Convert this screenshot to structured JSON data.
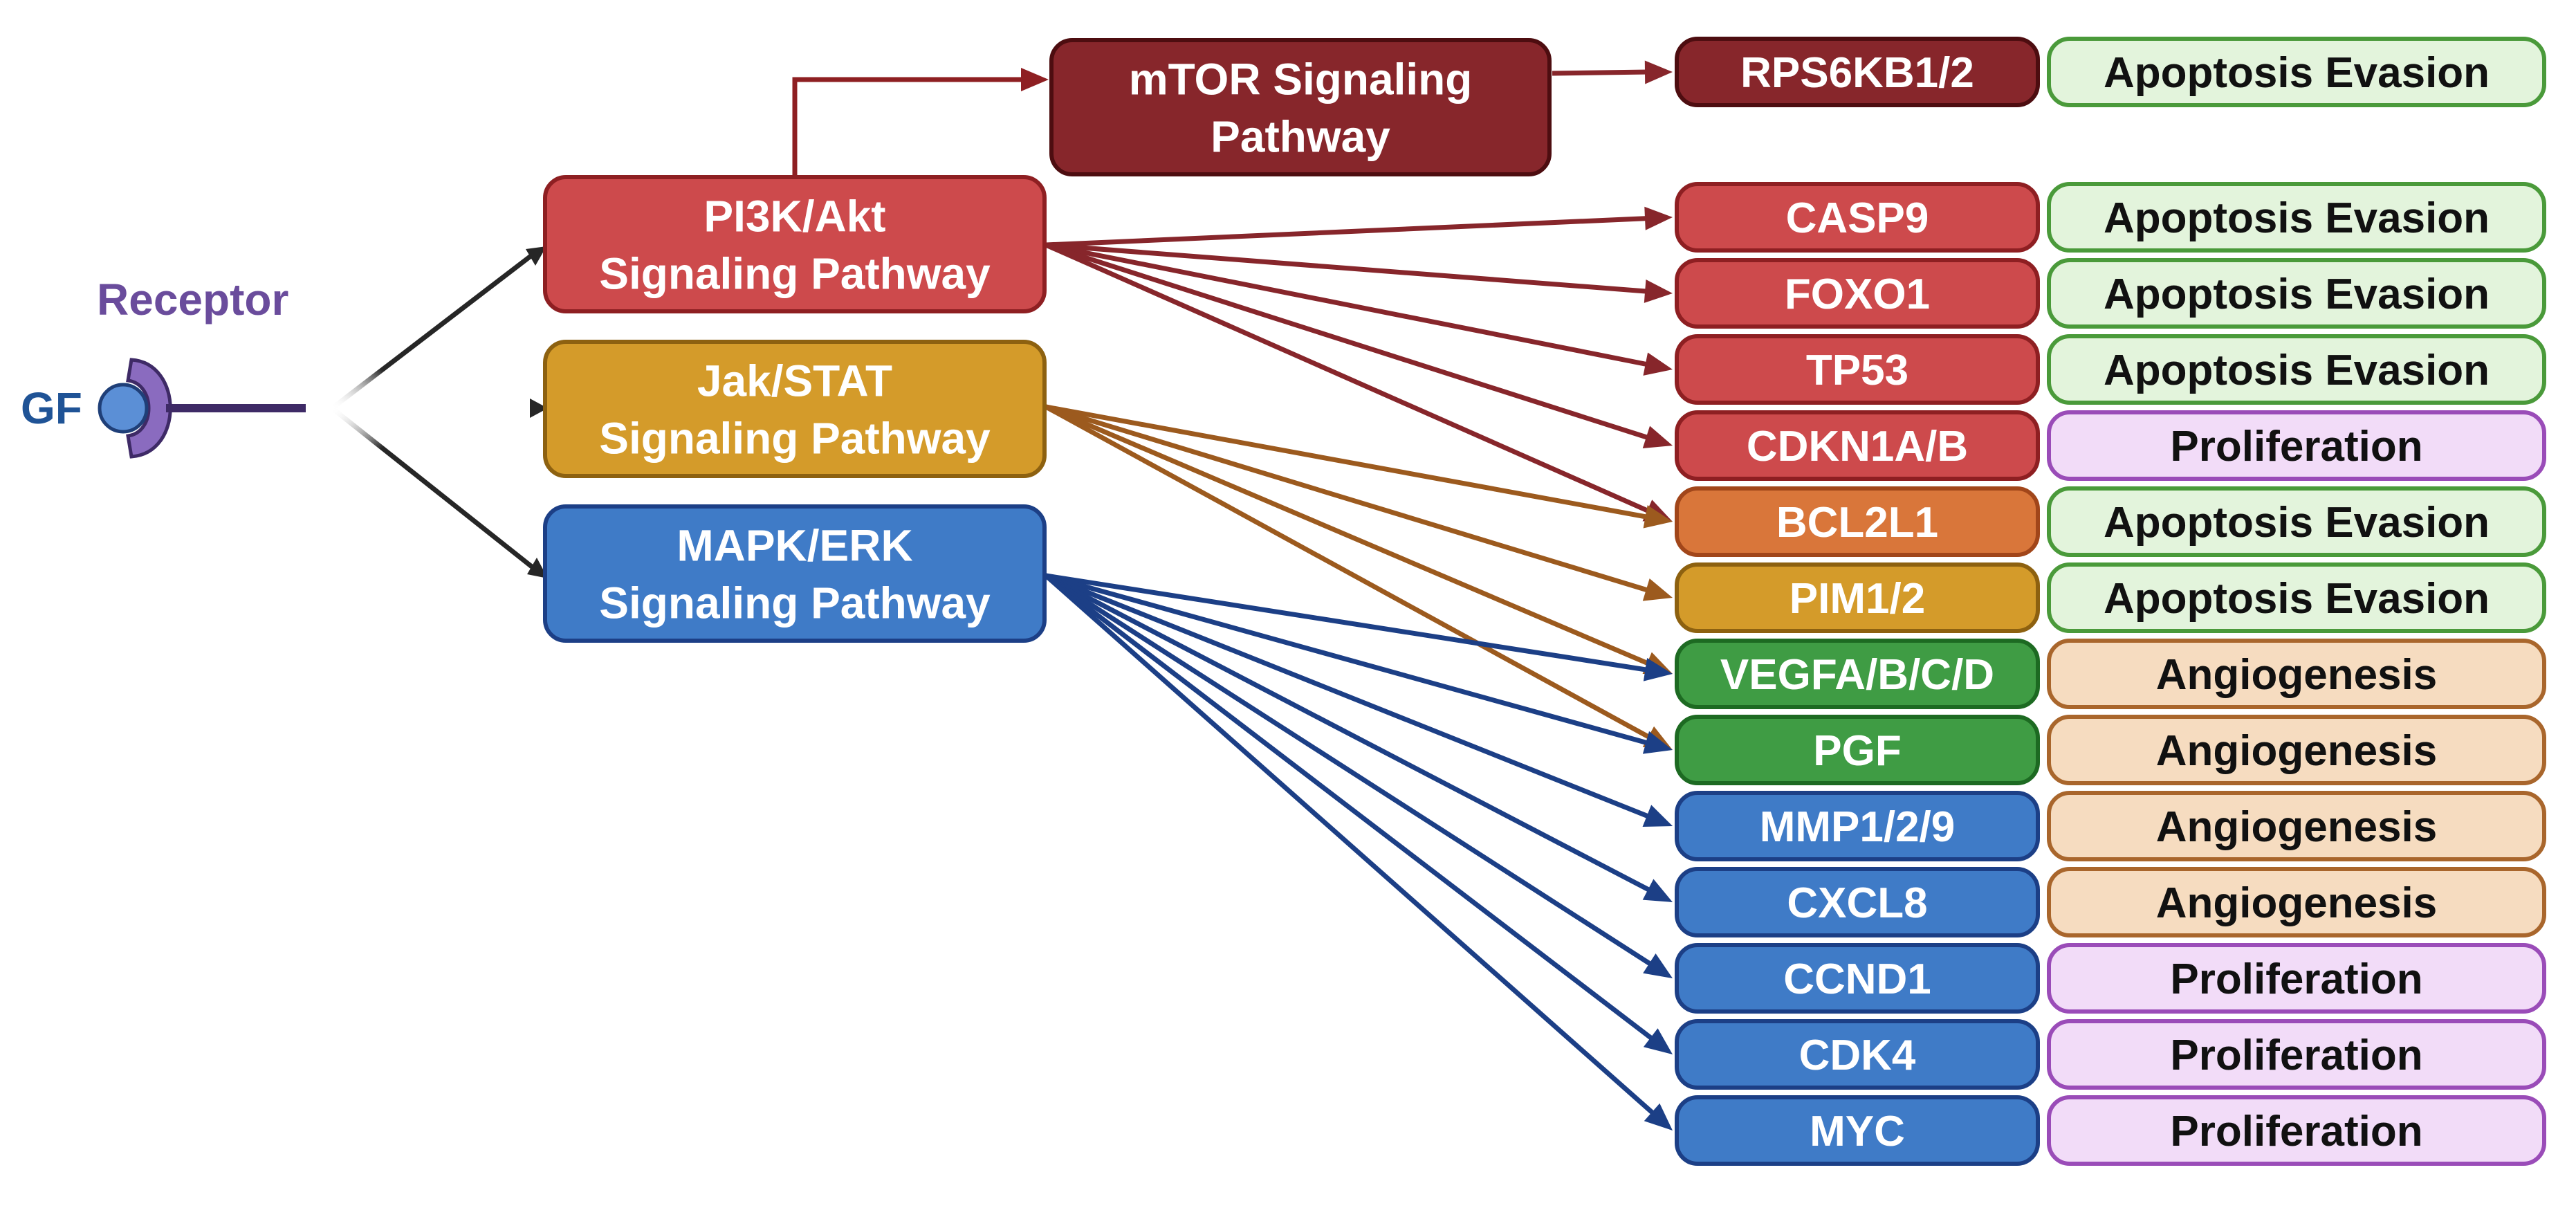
{
  "receptor": {
    "label": "Receptor",
    "ligand_label": "GF"
  },
  "pathways": [
    {
      "id": "pi3k",
      "lines": [
        "PI3K/Akt",
        "Signaling Pathway"
      ],
      "fill": "#cd4a4c",
      "stroke": "#8e1f22"
    },
    {
      "id": "jak",
      "lines": [
        "Jak/STAT",
        "Signaling Pathway"
      ],
      "fill": "#d49b2a",
      "stroke": "#8d6110"
    },
    {
      "id": "mapk",
      "lines": [
        "MAPK/ERK",
        "Signaling Pathway"
      ],
      "fill": "#3f7bc7",
      "stroke": "#1c3f86"
    },
    {
      "id": "mtor",
      "lines": [
        "mTOR Signaling",
        "Pathway"
      ],
      "fill": "#87262b",
      "stroke": "#4d0d10"
    }
  ],
  "genes": [
    {
      "label": "RPS6KB1/2",
      "fill": "#87262b",
      "stroke": "#4d0d10",
      "outcome": "apoptosis"
    },
    {
      "label": "CASP9",
      "fill": "#cd4a4c",
      "stroke": "#8e1f22",
      "outcome": "apoptosis"
    },
    {
      "label": "FOXO1",
      "fill": "#cd4a4c",
      "stroke": "#8e1f22",
      "outcome": "apoptosis"
    },
    {
      "label": "TP53",
      "fill": "#cd4a4c",
      "stroke": "#8e1f22",
      "outcome": "apoptosis"
    },
    {
      "label": "CDKN1A/B",
      "fill": "#cd4a4c",
      "stroke": "#8e1f22",
      "outcome": "proliferation"
    },
    {
      "label": "BCL2L1",
      "fill": "#d9763a",
      "stroke": "#a1461a",
      "outcome": "apoptosis"
    },
    {
      "label": "PIM1/2",
      "fill": "#d49b2a",
      "stroke": "#8d6110",
      "outcome": "apoptosis"
    },
    {
      "label": "VEGFA/B/C/D",
      "fill": "#3f9c44",
      "stroke": "#1d6a22",
      "outcome": "angiogenesis"
    },
    {
      "label": "PGF",
      "fill": "#3f9c44",
      "stroke": "#1d6a22",
      "outcome": "angiogenesis"
    },
    {
      "label": "MMP1/2/9",
      "fill": "#3f7bc7",
      "stroke": "#1c3f86",
      "outcome": "angiogenesis"
    },
    {
      "label": "CXCL8",
      "fill": "#3f7bc7",
      "stroke": "#1c3f86",
      "outcome": "angiogenesis"
    },
    {
      "label": "CCND1",
      "fill": "#3f7bc7",
      "stroke": "#1c3f86",
      "outcome": "proliferation"
    },
    {
      "label": "CDK4",
      "fill": "#3f7bc7",
      "stroke": "#1c3f86",
      "outcome": "proliferation"
    },
    {
      "label": "MYC",
      "fill": "#3f7bc7",
      "stroke": "#1c3f86",
      "outcome": "proliferation"
    }
  ],
  "outcomes": {
    "apoptosis": {
      "label": "Apoptosis Evasion",
      "fill": "#e3f4dc",
      "stroke": "#4a9a3a"
    },
    "angiogenesis": {
      "label": "Angiogenesis",
      "fill": "#f6dcc0",
      "stroke": "#a9662c"
    },
    "proliferation": {
      "label": "Proliferation",
      "fill": "#f2dcf8",
      "stroke": "#9a4cb8"
    }
  },
  "edges": [
    {
      "from": "pi3k",
      "to": "mtor",
      "color": "#8e1f22"
    },
    {
      "from": "mtor",
      "to": "RPS6KB1/2",
      "color": "#87262b"
    },
    {
      "from": "pi3k",
      "to": "CASP9",
      "color": "#87262b"
    },
    {
      "from": "pi3k",
      "to": "FOXO1",
      "color": "#87262b"
    },
    {
      "from": "pi3k",
      "to": "TP53",
      "color": "#87262b"
    },
    {
      "from": "pi3k",
      "to": "CDKN1A/B",
      "color": "#87262b"
    },
    {
      "from": "pi3k",
      "to": "BCL2L1",
      "color": "#87262b"
    },
    {
      "from": "jak",
      "to": "BCL2L1",
      "color": "#9c5a1e"
    },
    {
      "from": "jak",
      "to": "PIM1/2",
      "color": "#9c5a1e"
    },
    {
      "from": "jak",
      "to": "VEGFA/B/C/D",
      "color": "#9c5a1e"
    },
    {
      "from": "jak",
      "to": "PGF",
      "color": "#9c5a1e"
    },
    {
      "from": "mapk",
      "to": "VEGFA/B/C/D",
      "color": "#1c3f86"
    },
    {
      "from": "mapk",
      "to": "PGF",
      "color": "#1c3f86"
    },
    {
      "from": "mapk",
      "to": "MMP1/2/9",
      "color": "#1c3f86"
    },
    {
      "from": "mapk",
      "to": "CXCL8",
      "color": "#1c3f86"
    },
    {
      "from": "mapk",
      "to": "CCND1",
      "color": "#1c3f86"
    },
    {
      "from": "mapk",
      "to": "CDK4",
      "color": "#1c3f86"
    },
    {
      "from": "mapk",
      "to": "MYC",
      "color": "#1c3f86"
    }
  ],
  "colors": {
    "receptor_text": "#6a4c9c",
    "receptor_fill": "#8a6bbf",
    "ligand_fill": "#5b8fd6",
    "ligand_text": "#1f5396",
    "receptor_arrow": "#262626"
  }
}
